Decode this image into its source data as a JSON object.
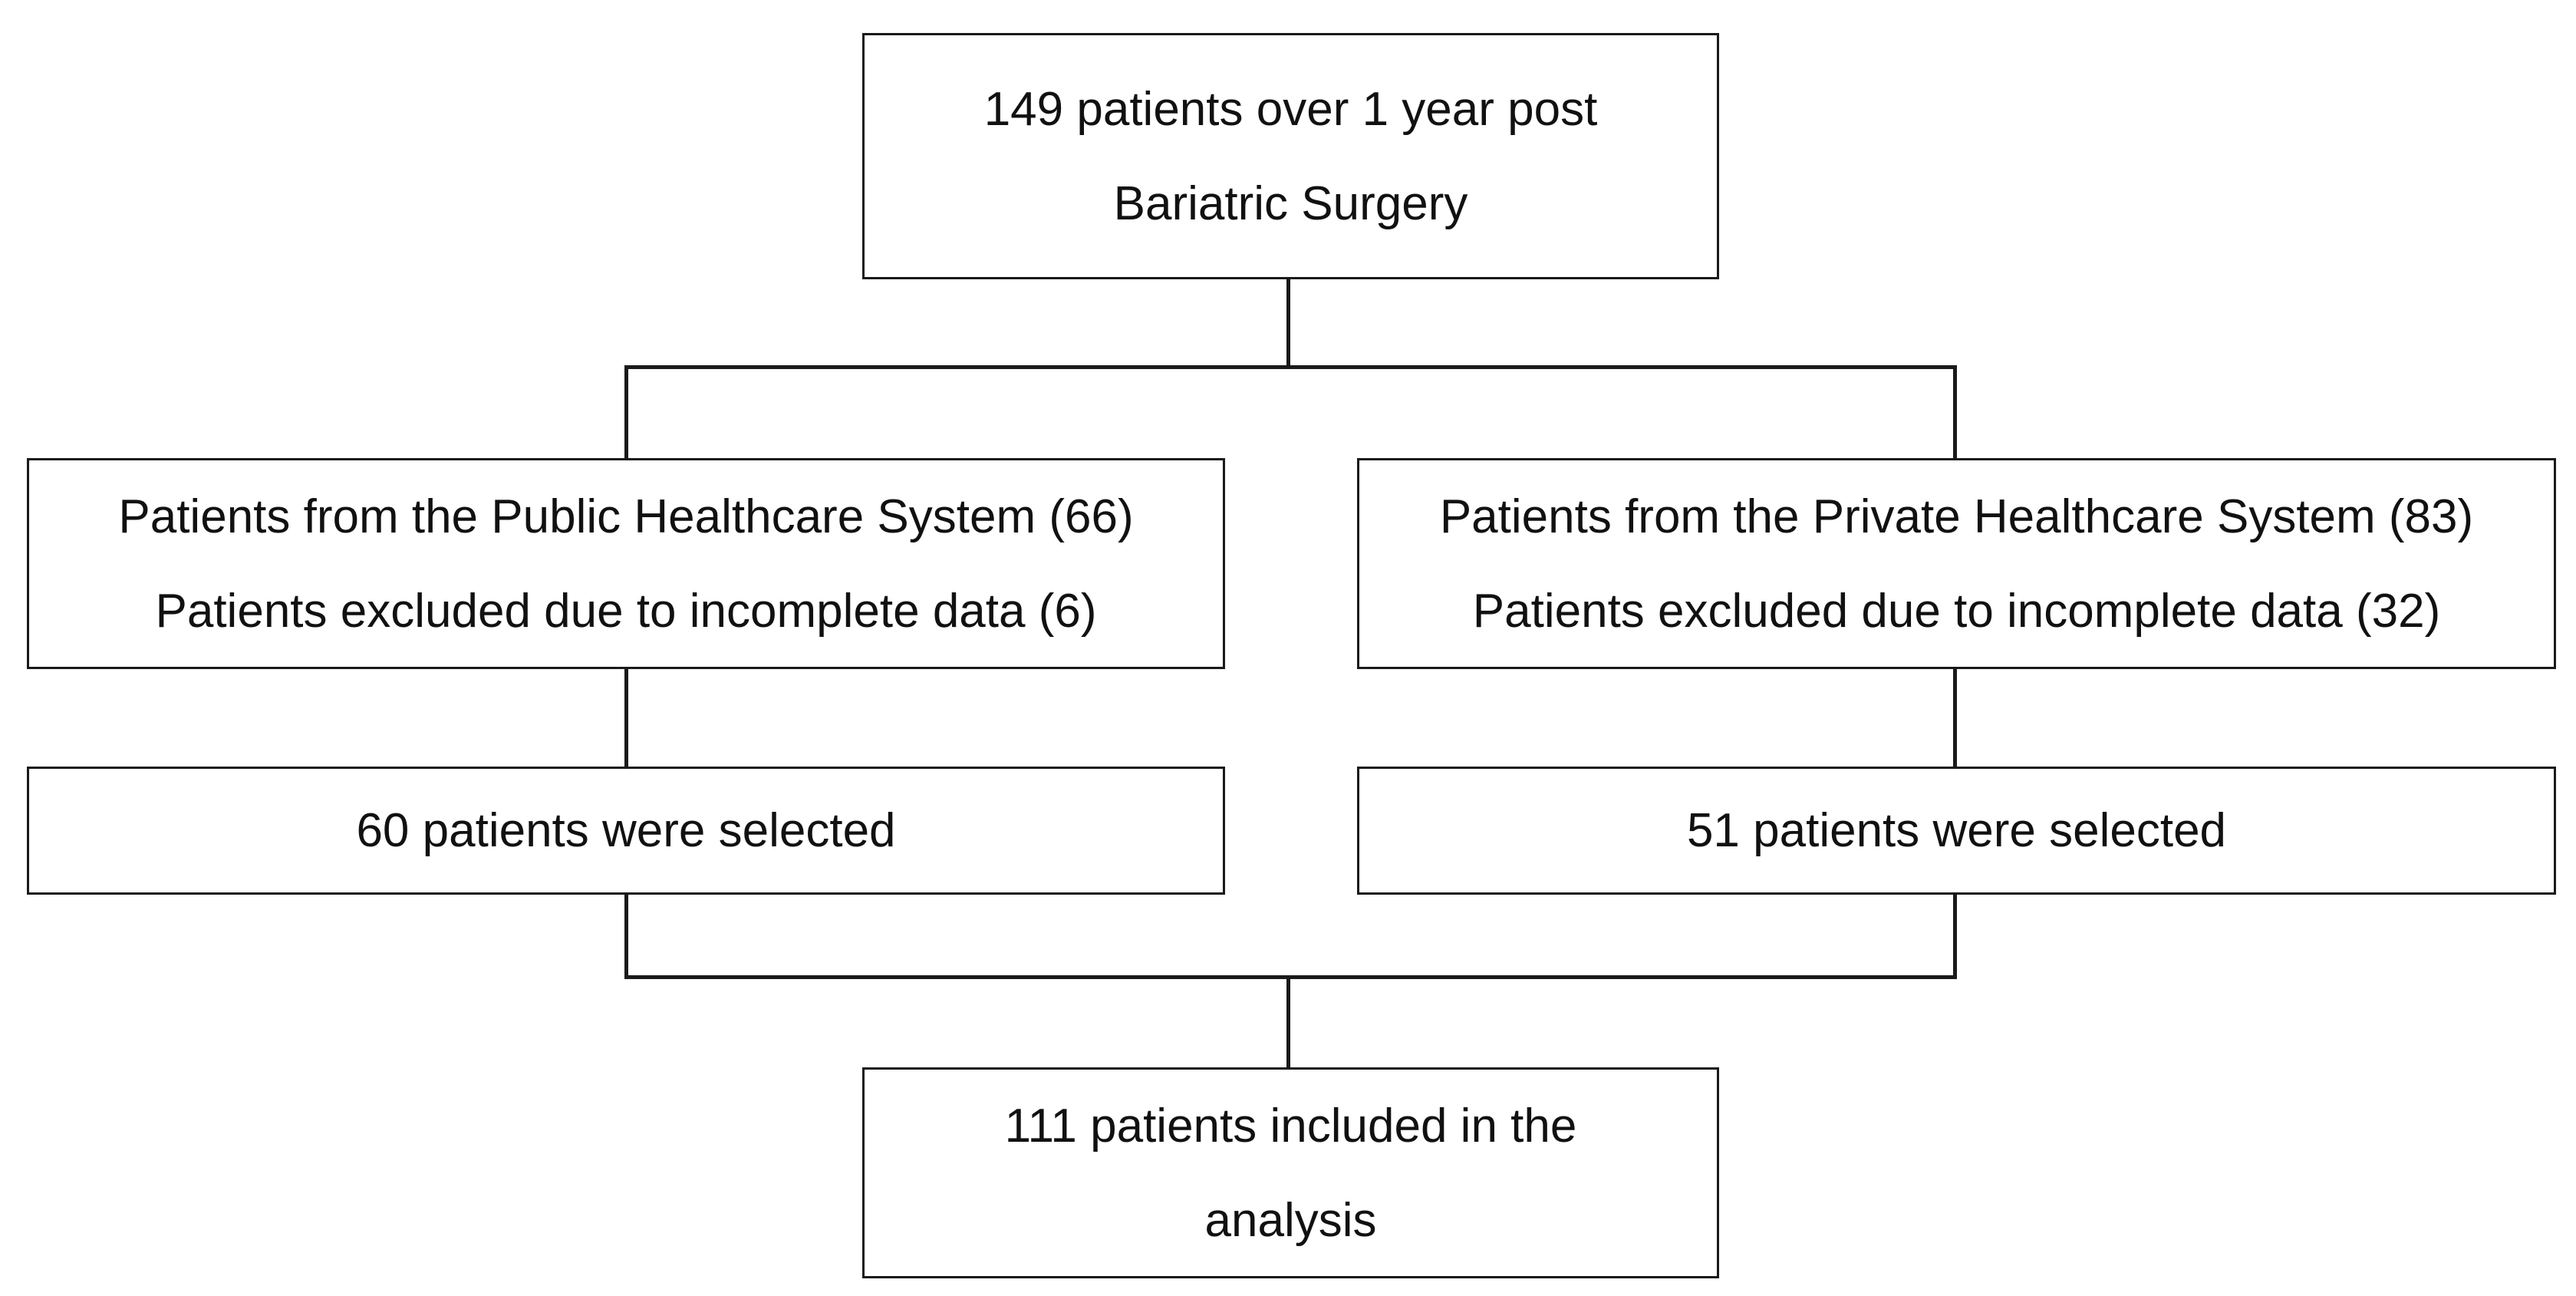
{
  "flowchart": {
    "top_box": {
      "line1": "149 patients over 1 year post",
      "line2": "Bariatric Surgery"
    },
    "public_box": {
      "line1": "Patients from the Public Healthcare System (66)",
      "line2": "Patients excluded due to incomplete data (6)"
    },
    "private_box": {
      "line1": "Patients from the Private Healthcare System (83)",
      "line2": "Patients excluded due to incomplete data (32)"
    },
    "public_selected": {
      "text": "60 patients were selected"
    },
    "private_selected": {
      "text": "51 patients were selected"
    },
    "bottom_box": {
      "line1": "111 patients included in the",
      "line2": "analysis"
    }
  }
}
